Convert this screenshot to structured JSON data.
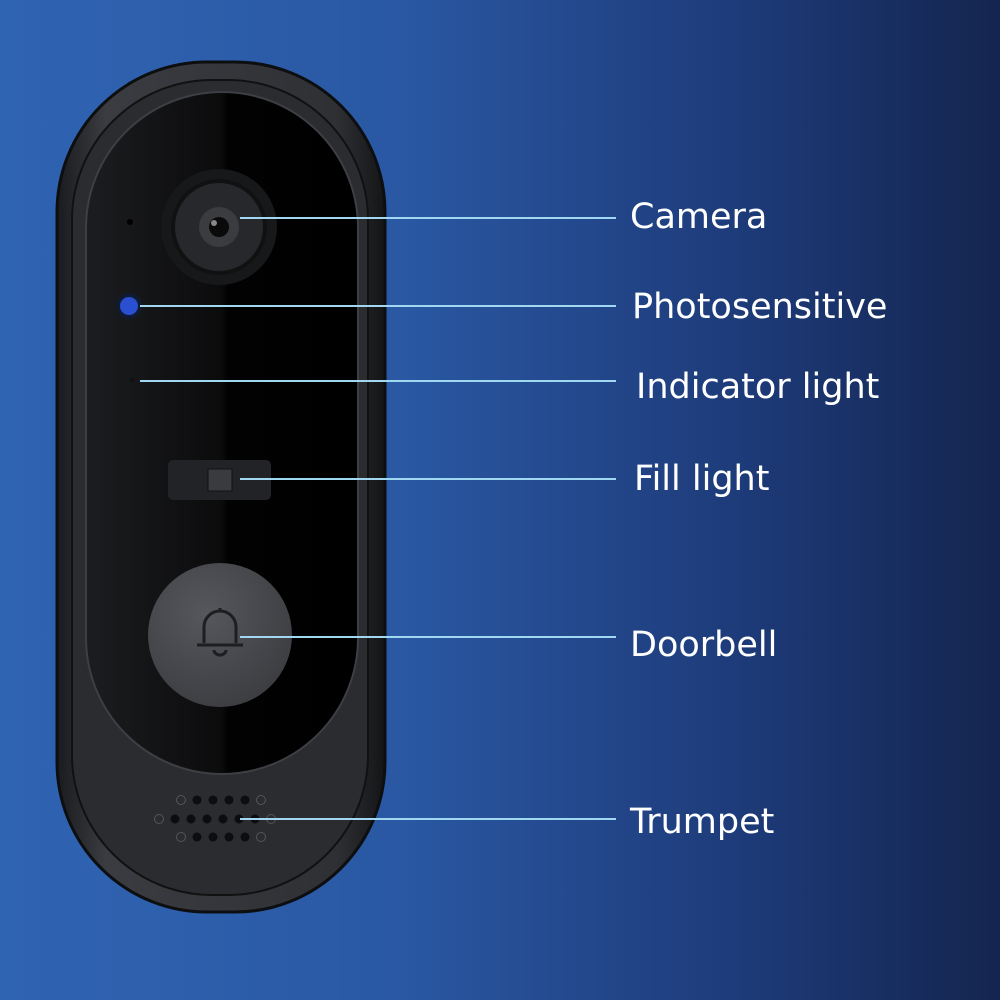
{
  "callouts": [
    {
      "id": "camera",
      "label": "Camera"
    },
    {
      "id": "photosensitive",
      "label": "Photosensitive"
    },
    {
      "id": "indicator-light",
      "label": "Indicator light"
    },
    {
      "id": "fill-light",
      "label": "Fill light"
    },
    {
      "id": "doorbell",
      "label": "Doorbell"
    },
    {
      "id": "trumpet",
      "label": "Trumpet"
    }
  ],
  "colors": {
    "line": "#9fd8f0",
    "body": "#2b2d31",
    "panel": "#050506",
    "button": "#4a4b4f",
    "photosensor": "#2a4fd0"
  }
}
